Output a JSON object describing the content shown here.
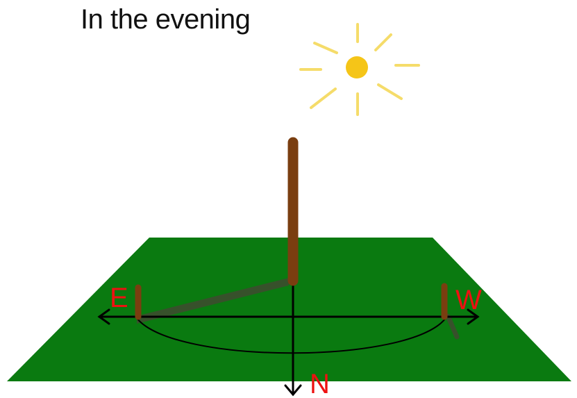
{
  "title": "In the evening",
  "labels": {
    "east": "E",
    "west": "W",
    "north": "N"
  },
  "colors": {
    "ground": "#0a7a10",
    "pole": "#7a3e10",
    "sun": "#f5c518",
    "sun_rays": "#f5dc6a",
    "shadow": "#3f4a30",
    "label": "#ee1111",
    "line": "#000000"
  },
  "icons": {
    "sun": "sun-icon"
  }
}
